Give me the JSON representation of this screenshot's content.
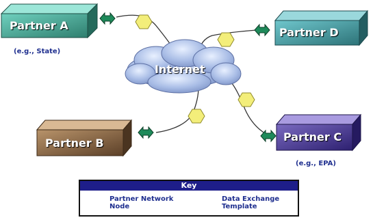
{
  "nodes": {
    "partner_a": {
      "label": "Partner A",
      "sublabel": "(e.g., State)"
    },
    "partner_b": {
      "label": "Partner B"
    },
    "partner_c": {
      "label": "Partner C",
      "sublabel": "(e.g., EPA)"
    },
    "partner_d": {
      "label": "Partner D"
    },
    "internet": {
      "label": "Internet"
    }
  },
  "key": {
    "title": "Key",
    "node_line1": "Partner Network",
    "node_line2": "Node",
    "template_line1": "Data Exchange",
    "template_line2": "Template"
  },
  "colors": {
    "partner_a": "#3f9a88",
    "partner_b": "#8a6a4a",
    "partner_c": "#4a3a8e",
    "partner_d": "#3f8f95",
    "connector": "#1e8a5a",
    "template": "#f3ee7a",
    "key_header": "#1e1e8a",
    "text_blue": "#1f2f8f"
  },
  "icons": {
    "node_icon": "double-arrow-icon",
    "template_icon": "hexagon-icon"
  }
}
